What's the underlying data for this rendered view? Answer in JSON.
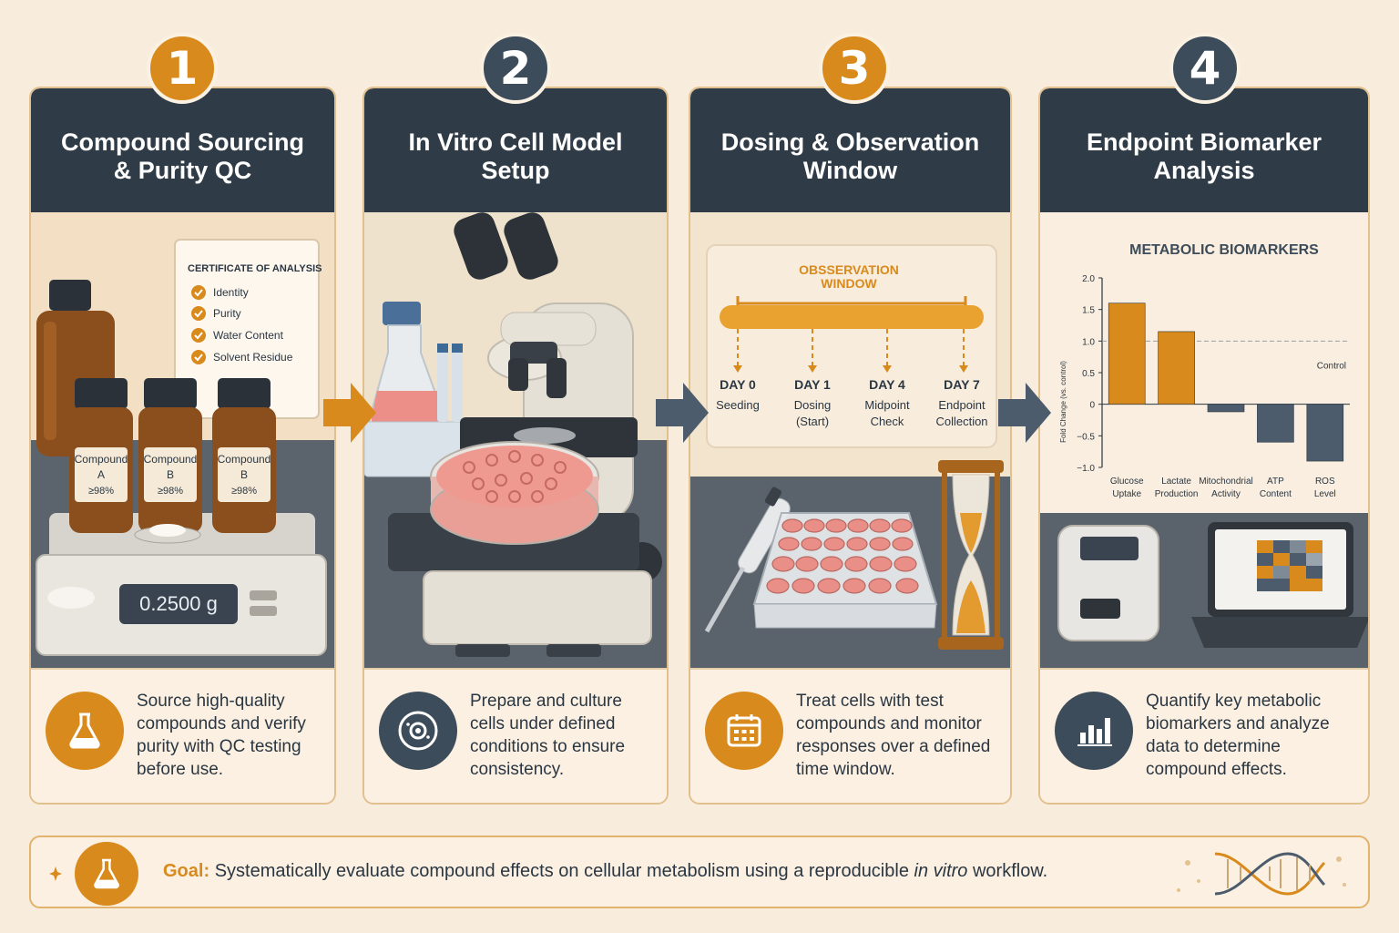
{
  "steps": [
    {
      "number": "1",
      "title": "Compound Sourcing & Purity QC",
      "description": "Source high-quality compounds and verify purity with QC testing before use.",
      "icon": "flask-icon"
    },
    {
      "number": "2",
      "title": "In Vitro Cell Model Setup",
      "description": "Prepare and culture cells under defined conditions to ensure consistency.",
      "icon": "cell-icon"
    },
    {
      "number": "3",
      "title": "Dosing & Observation Window",
      "description": "Treat cells with test compounds and monitor responses over a defined time window.",
      "icon": "calendar-icon"
    },
    {
      "number": "4",
      "title": "Endpoint Biomarker Analysis",
      "description": "Quantify key metabolic biomarkers and analyze data to determine compound effects.",
      "icon": "bar-chart-icon"
    }
  ],
  "certificate": {
    "title": "CERTIFICATE OF ANALYSIS",
    "items": [
      "Identity",
      "Purity",
      "Water Content",
      "Solvent Residue"
    ]
  },
  "bottles": [
    {
      "name": "Compound",
      "id": "A",
      "purity": "≥98%"
    },
    {
      "name": "Compound",
      "id": "B",
      "purity": "≥98%"
    },
    {
      "name": "Compound",
      "id": "B",
      "purity": "≥98%"
    }
  ],
  "scale_reading": "0.2500 g",
  "observation": {
    "title_line1": "OBSSERVATION",
    "title_line2": "WINDOW",
    "days": [
      {
        "day": "DAY 0",
        "label1": "Seeding",
        "label2": ""
      },
      {
        "day": "DAY 1",
        "label1": "Dosing",
        "label2": "(Start)"
      },
      {
        "day": "DAY 4",
        "label1": "Midpoint",
        "label2": "Check"
      },
      {
        "day": "DAY 7",
        "label1": "Endpoint",
        "label2": "Collection"
      }
    ]
  },
  "chart_data": {
    "type": "bar",
    "title": "METABOLIC BIOMARKERS",
    "ylabel": "Fold Change (vs. control)",
    "ylim": [
      -1.0,
      2.0
    ],
    "yticks": [
      "2.0",
      "1.5",
      "1.0",
      "0.5",
      "0",
      "−0.5",
      "−1.0"
    ],
    "reference_line": {
      "value": 1.0,
      "label": "Control"
    },
    "categories": [
      {
        "line1": "Glucose",
        "line2": "Uptake"
      },
      {
        "line1": "Lactate",
        "line2": "Production"
      },
      {
        "line1": "Mitochondrial",
        "line2": "Activity"
      },
      {
        "line1": "ATP",
        "line2": "Content"
      },
      {
        "line1": "ROS",
        "line2": "Level"
      }
    ],
    "values": [
      1.6,
      1.15,
      -0.12,
      -0.6,
      -0.9
    ],
    "colors": [
      "#d88a1c",
      "#d88a1c",
      "#4c5c6c",
      "#4c5c6c",
      "#4c5c6c"
    ]
  },
  "goal": {
    "label": "Goal:",
    "text_before": "Systematically evaluate compound effects on cellular metabolism using a reproducible ",
    "text_italic": "in vitro",
    "text_after": " workflow."
  },
  "colors": {
    "accent_orange": "#d88a1c",
    "navy": "#2f3c48",
    "background": "#f8ecdd"
  }
}
